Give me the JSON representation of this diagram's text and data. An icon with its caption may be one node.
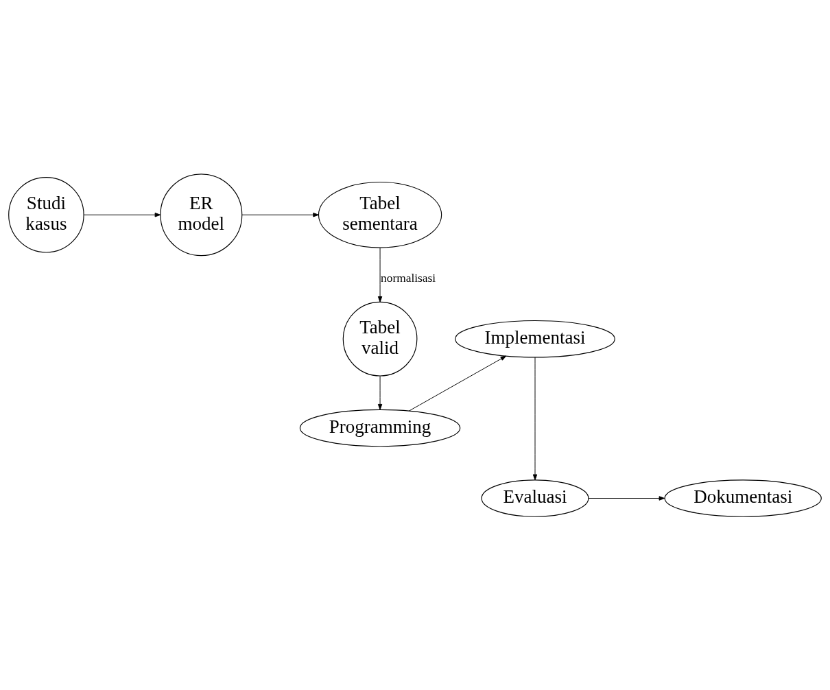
{
  "diagram": {
    "nodes": [
      {
        "text": [
          "Studi kasus"
        ]
      },
      {
        "text": [
          "ER model"
        ]
      },
      {
        "text": [
          "Tabel sementara"
        ]
      },
      {
        "text": [
          "Implementasi"
        ]
      },
      {
        "text": [
          "Tabel valid"
        ]
      },
      {
        "text": [
          "Programming"
        ]
      },
      {
        "text": [
          "Evaluasi"
        ]
      },
      {
        "text": [
          "Dokumentasi"
        ]
      }
    ],
    "edges": [
      {
        "from": 0,
        "to": 1,
        "arrow": "to"
      },
      {
        "from": 1,
        "to": 2,
        "arrow": "to"
      },
      {
        "from": 2,
        "to": 4,
        "arrow": "to",
        "label": "normalisasi"
      },
      {
        "from": 4,
        "to": 5,
        "arrow": "to"
      },
      {
        "from": 5,
        "to": 3,
        "arrow": "to"
      },
      {
        "from": 3,
        "to": 6,
        "arrow": "to"
      },
      {
        "from": 6,
        "to": 7,
        "arrow": "to"
      }
    ]
  }
}
